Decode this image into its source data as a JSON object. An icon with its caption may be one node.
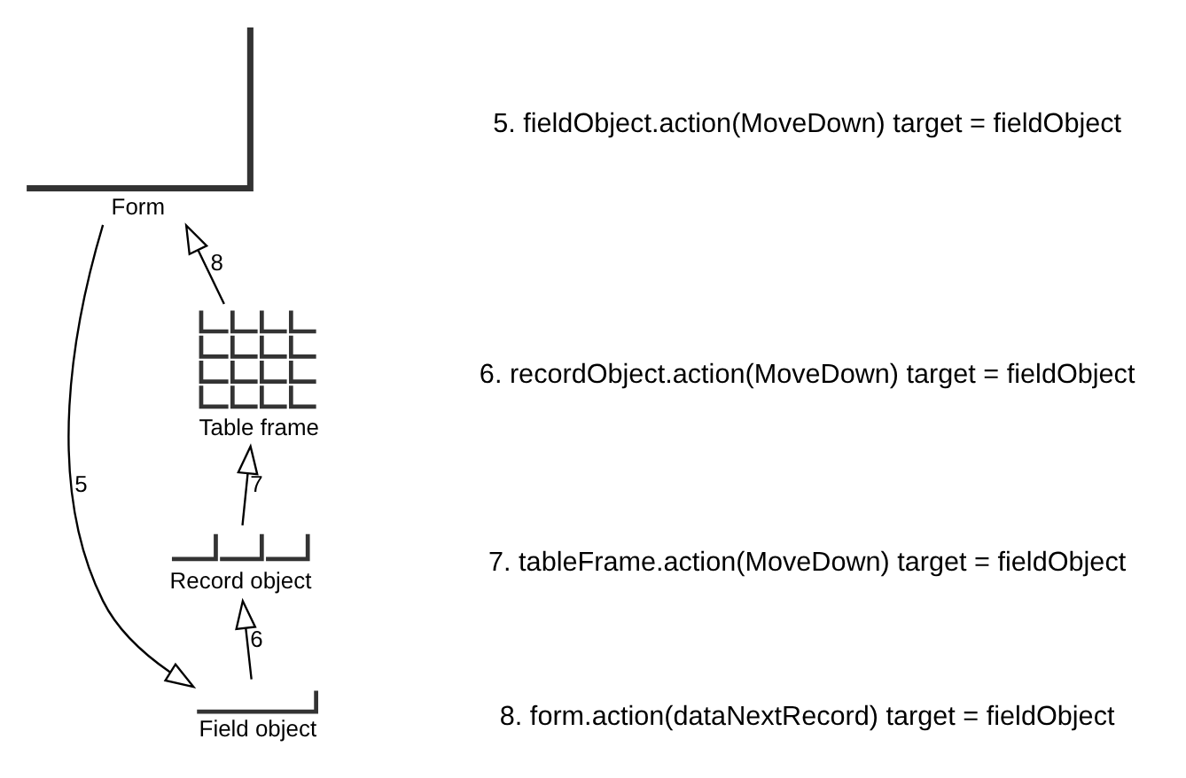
{
  "diagram": {
    "nodes": [
      {
        "text": [
          "Form"
        ]
      },
      {
        "text": [
          "Table frame"
        ]
      },
      {
        "text": [
          "Record object"
        ]
      },
      {
        "text": [
          "Field object"
        ]
      }
    ],
    "edges": [
      {
        "from": 0,
        "to": 3,
        "arrow": "to",
        "label": "5"
      },
      {
        "from": 3,
        "to": 2,
        "arrow": "to",
        "label": "6"
      },
      {
        "from": 2,
        "to": 1,
        "arrow": "to",
        "label": "7"
      },
      {
        "from": 1,
        "to": 0,
        "arrow": "to",
        "label": "8"
      }
    ],
    "labels": [
      "5. fieldObject.action(MoveDown) target = fieldObject",
      "6. recordObject.action(MoveDown) target = fieldObject",
      "7. tableFrame.action(MoveDown) target = fieldObject",
      "8. form.action(dataNextRecord) target = fieldObject"
    ]
  }
}
